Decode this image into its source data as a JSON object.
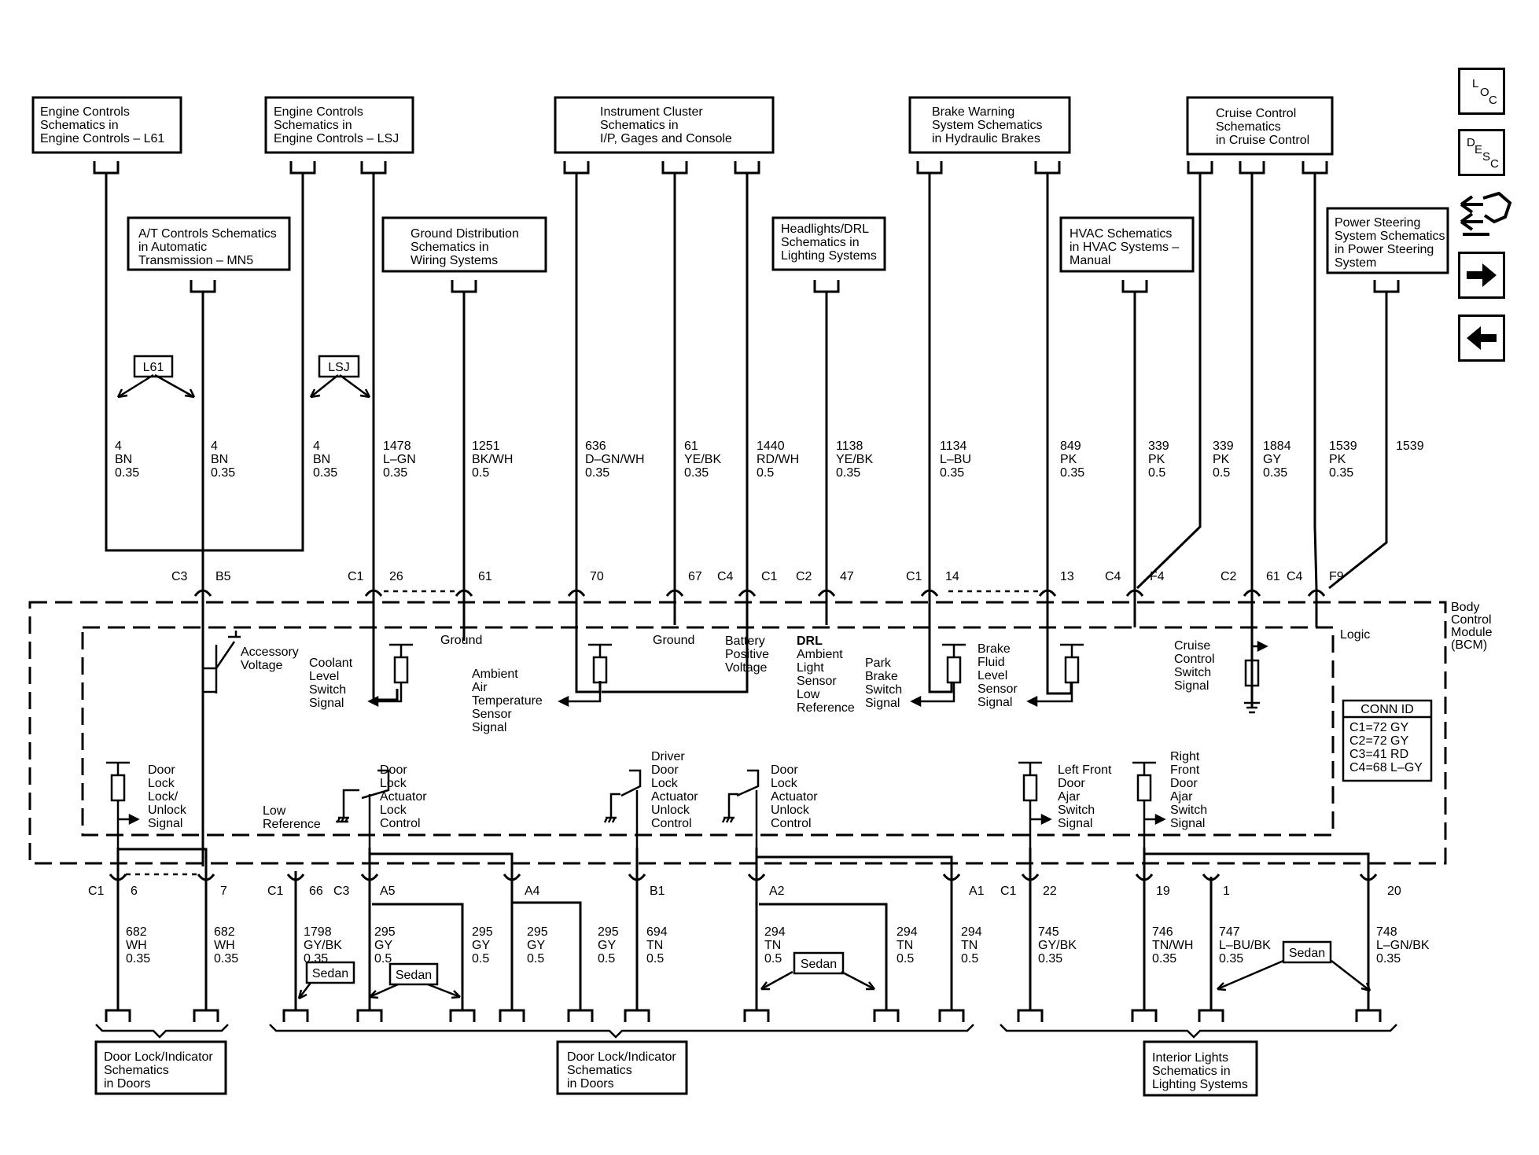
{
  "boxes": {
    "eng_l61": [
      "Engine Controls",
      "Schematics in",
      "Engine Controls – L61"
    ],
    "eng_lsj": [
      "Engine Controls",
      "Schematics in",
      "Engine Controls – LSJ"
    ],
    "instrument": [
      "Instrument Cluster",
      "Schematics in",
      "I/P, Gages and Console"
    ],
    "brake_warn": [
      "Brake Warning",
      "System Schematics",
      "in Hydraulic Brakes"
    ],
    "cruise": [
      "Cruise Control",
      "Schematics",
      "in Cruise Control"
    ],
    "at_controls": [
      "A/T Controls Schematics",
      "in Automatic",
      "Transmission – MN5"
    ],
    "ground_dist": [
      "Ground Distribution",
      "Schematics in",
      "Wiring Systems"
    ],
    "headlights": [
      "Headlights/DRL",
      "Schematics in",
      "Lighting Systems"
    ],
    "hvac": [
      "HVAC Schematics",
      "in HVAC Systems –",
      "Manual"
    ],
    "power_steer": [
      "Power Steering",
      "System Schematics",
      "in Power Steering",
      "System"
    ],
    "door_lock_left": [
      "Door Lock/Indicator",
      "Schematics",
      "in Doors"
    ],
    "door_lock_mid": [
      "Door Lock/Indicator",
      "Schematics",
      "in Doors"
    ],
    "interior_lights": [
      "Interior Lights",
      "Schematics in",
      "Lighting Systems"
    ]
  },
  "option_tags": {
    "l61": "L61",
    "lsj": "LSJ",
    "sedan": "Sedan"
  },
  "top_wires": [
    {
      "id": "w4a",
      "lines": [
        "4",
        "BN",
        "0.35"
      ]
    },
    {
      "id": "w4b",
      "lines": [
        "4",
        "BN",
        "0.35"
      ]
    },
    {
      "id": "w4c",
      "lines": [
        "4",
        "BN",
        "0.35"
      ]
    },
    {
      "id": "w1478",
      "lines": [
        "1478",
        "L–GN",
        "0.35"
      ]
    },
    {
      "id": "w1251",
      "lines": [
        "1251",
        "BK/WH",
        "0.5"
      ]
    },
    {
      "id": "w636",
      "lines": [
        "636",
        "D–GN/WH",
        "0.35"
      ]
    },
    {
      "id": "w61",
      "lines": [
        "61",
        "YE/BK",
        "0.35"
      ]
    },
    {
      "id": "w1440",
      "lines": [
        "1440",
        "RD/WH",
        "0.5"
      ]
    },
    {
      "id": "w1138",
      "lines": [
        "1138",
        "YE/BK",
        "0.35"
      ]
    },
    {
      "id": "w1134",
      "lines": [
        "1134",
        "L–BU",
        "0.35"
      ]
    },
    {
      "id": "w849",
      "lines": [
        "849",
        "PK",
        "0.35"
      ]
    },
    {
      "id": "w339a",
      "lines": [
        "339",
        "PK",
        "0.5"
      ]
    },
    {
      "id": "w339b",
      "lines": [
        "339",
        "PK",
        "0.5"
      ]
    },
    {
      "id": "w1884",
      "lines": [
        "1884",
        "GY",
        "0.35"
      ]
    },
    {
      "id": "w1539a",
      "lines": [
        "1539",
        "PK",
        "0.35"
      ]
    },
    {
      "id": "w1539b",
      "lines": [
        "1539"
      ]
    }
  ],
  "bottom_wires": [
    {
      "id": "b682a",
      "lines": [
        "682",
        "WH",
        "0.35"
      ]
    },
    {
      "id": "b682b",
      "lines": [
        "682",
        "WH",
        "0.35"
      ]
    },
    {
      "id": "b1798",
      "lines": [
        "1798",
        "GY/BK",
        "0.35"
      ]
    },
    {
      "id": "b295a",
      "lines": [
        "295",
        "GY",
        "0.5"
      ]
    },
    {
      "id": "b295b",
      "lines": [
        "295",
        "GY",
        "0.5"
      ]
    },
    {
      "id": "b295c",
      "lines": [
        "295",
        "GY",
        "0.5"
      ]
    },
    {
      "id": "b295d",
      "lines": [
        "295",
        "GY",
        "0.5"
      ]
    },
    {
      "id": "b694",
      "lines": [
        "694",
        "TN",
        "0.5"
      ]
    },
    {
      "id": "b294a",
      "lines": [
        "294",
        "TN",
        "0.5"
      ]
    },
    {
      "id": "b294b",
      "lines": [
        "294",
        "TN",
        "0.5"
      ]
    },
    {
      "id": "b294c",
      "lines": [
        "294",
        "TN",
        "0.5"
      ]
    },
    {
      "id": "b745",
      "lines": [
        "745",
        "GY/BK",
        "0.35"
      ]
    },
    {
      "id": "b746",
      "lines": [
        "746",
        "TN/WH",
        "0.35"
      ]
    },
    {
      "id": "b747",
      "lines": [
        "747",
        "L–BU/BK",
        "0.35"
      ]
    },
    {
      "id": "b748",
      "lines": [
        "748",
        "L–GN/BK",
        "0.35"
      ]
    }
  ],
  "pins": {
    "c3": "C3",
    "b5": "B5",
    "c1a": "C1",
    "p26": "26",
    "p61": "61",
    "p70": "70",
    "p67": "67",
    "c4a": "C4",
    "c1b": "C1",
    "c2a": "C2",
    "p47": "47",
    "c1c": "C1",
    "p14": "14",
    "p13": "13",
    "c4b": "C4",
    "f4": "F4",
    "c2b": "C2",
    "p61b": "61",
    "c4c": "C4",
    "f9": "F9",
    "bc1": "C1",
    "p6": "6",
    "p7": "7",
    "bc1b": "C1",
    "p66": "66",
    "bc3": "C3",
    "a5": "A5",
    "a4": "A4",
    "b1": "B1",
    "a2": "A2",
    "a1": "A1",
    "bc1c": "C1",
    "p22": "22",
    "p19": "19",
    "p1": "1",
    "p20": "20"
  },
  "module": {
    "name": [
      "Body",
      "Control",
      "Module",
      "(BCM)"
    ],
    "logic": "Logic"
  },
  "conn_id": {
    "title": "CONN ID",
    "lines": [
      "C1=72 GY",
      "C2=72 GY",
      "C3=41 RD",
      "C4=68 L–GY"
    ]
  },
  "inner_labels": {
    "accessory": [
      "Accessory",
      "Voltage"
    ],
    "coolant": [
      "Coolant",
      "Level",
      "Switch",
      "Signal"
    ],
    "ground1": [
      "Ground"
    ],
    "ambient": [
      "Ambient",
      "Air",
      "Temperature",
      "Sensor",
      "Signal"
    ],
    "ground2": [
      "Ground"
    ],
    "battery": [
      "Battery",
      "Positive",
      "Voltage"
    ],
    "drl": [
      "DRL",
      "Ambient",
      "Light",
      "Sensor",
      "Low",
      "Reference"
    ],
    "park_brake": [
      "Park",
      "Brake",
      "Switch",
      "Signal"
    ],
    "brake_fluid": [
      "Brake",
      "Fluid",
      "Level",
      "Sensor",
      "Signal"
    ],
    "cruise_sw": [
      "Cruise",
      "Control",
      "Switch",
      "Signal"
    ],
    "door_lock_sig": [
      "Door",
      "Lock",
      "Lock/",
      "Unlock",
      "Signal"
    ],
    "low_ref": [
      "Low",
      "Reference"
    ],
    "door_lock_act": [
      "Door",
      "Lock",
      "Actuator",
      "Lock",
      "Control"
    ],
    "driver_unlock": [
      "Driver",
      "Door",
      "Lock",
      "Actuator",
      "Unlock",
      "Control"
    ],
    "door_unlock": [
      "Door",
      "Lock",
      "Actuator",
      "Unlock",
      "Control"
    ],
    "lf_ajar": [
      "Left Front",
      "Door",
      "Ajar",
      "Switch",
      "Signal"
    ],
    "rf_ajar": [
      "Right",
      "Front",
      "Door",
      "Ajar",
      "Switch",
      "Signal"
    ]
  },
  "nav": {
    "loc": [
      "L",
      "O",
      "C"
    ],
    "desc": [
      "D",
      "E",
      "S",
      "C"
    ],
    "icons": [
      "connector-icon",
      "arrow-right-icon",
      "arrow-left-icon"
    ]
  }
}
